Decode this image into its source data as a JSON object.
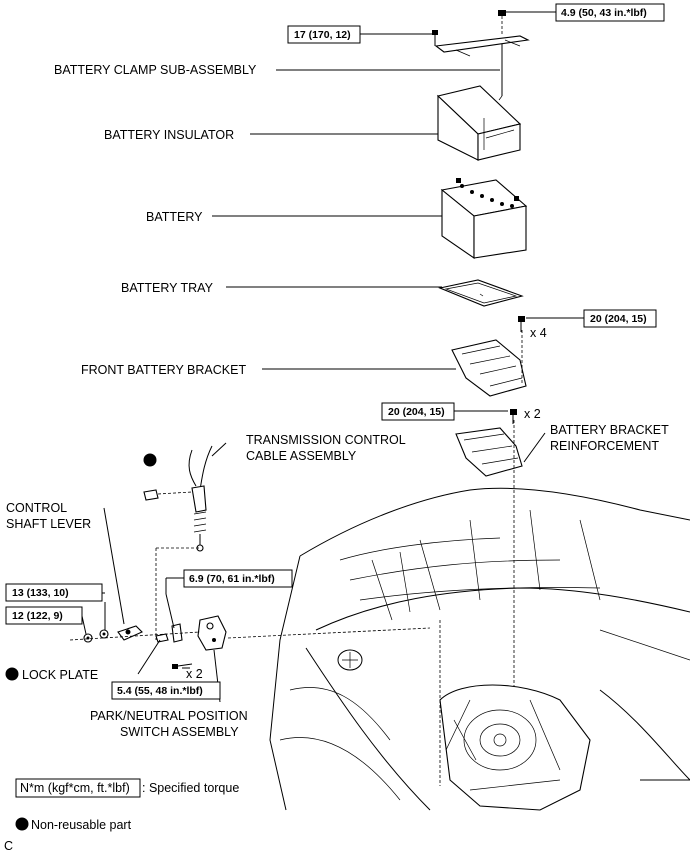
{
  "labels": {
    "battery_clamp": "BATTERY CLAMP SUB-ASSEMBLY",
    "battery_insulator": "BATTERY INSULATOR",
    "battery": "BATTERY",
    "battery_tray": "BATTERY TRAY",
    "front_battery_bracket": "FRONT BATTERY BRACKET",
    "trans_cable_1": "TRANSMISSION CONTROL",
    "trans_cable_2": "CABLE ASSEMBLY",
    "bracket_reinf_1": "BATTERY BRACKET",
    "bracket_reinf_2": "REINFORCEMENT",
    "control_shaft_1": "CONTROL",
    "control_shaft_2": "SHAFT LEVER",
    "lock_plate": "LOCK PLATE",
    "pnp_switch_1": "PARK/NEUTRAL POSITION",
    "pnp_switch_2": "SWITCH ASSEMBLY"
  },
  "torques": {
    "t_clamp_nut": "4.9 (50, 43 in.*lbf)",
    "t_clamp_bolt": "17 (170, 12)",
    "t_front_bracket": "20 (204, 15)",
    "t_reinforcement": "20 (204, 15)",
    "t_6_9": "6.9 (70, 61 in.*lbf)",
    "t_13": "13 (133, 10)",
    "t_12": "12 (122, 9)",
    "t_5_4": "5.4 (55, 48 in.*lbf)"
  },
  "multipliers": {
    "front_bracket": "x 4",
    "reinforcement": "x 2",
    "switch": "x 2"
  },
  "legend": {
    "torque_unit": "N*m (kgf*cm, ft.*lbf)",
    "torque_desc": ": Specified torque",
    "non_reusable": "Non-reusable part"
  },
  "corner_mark": "C"
}
